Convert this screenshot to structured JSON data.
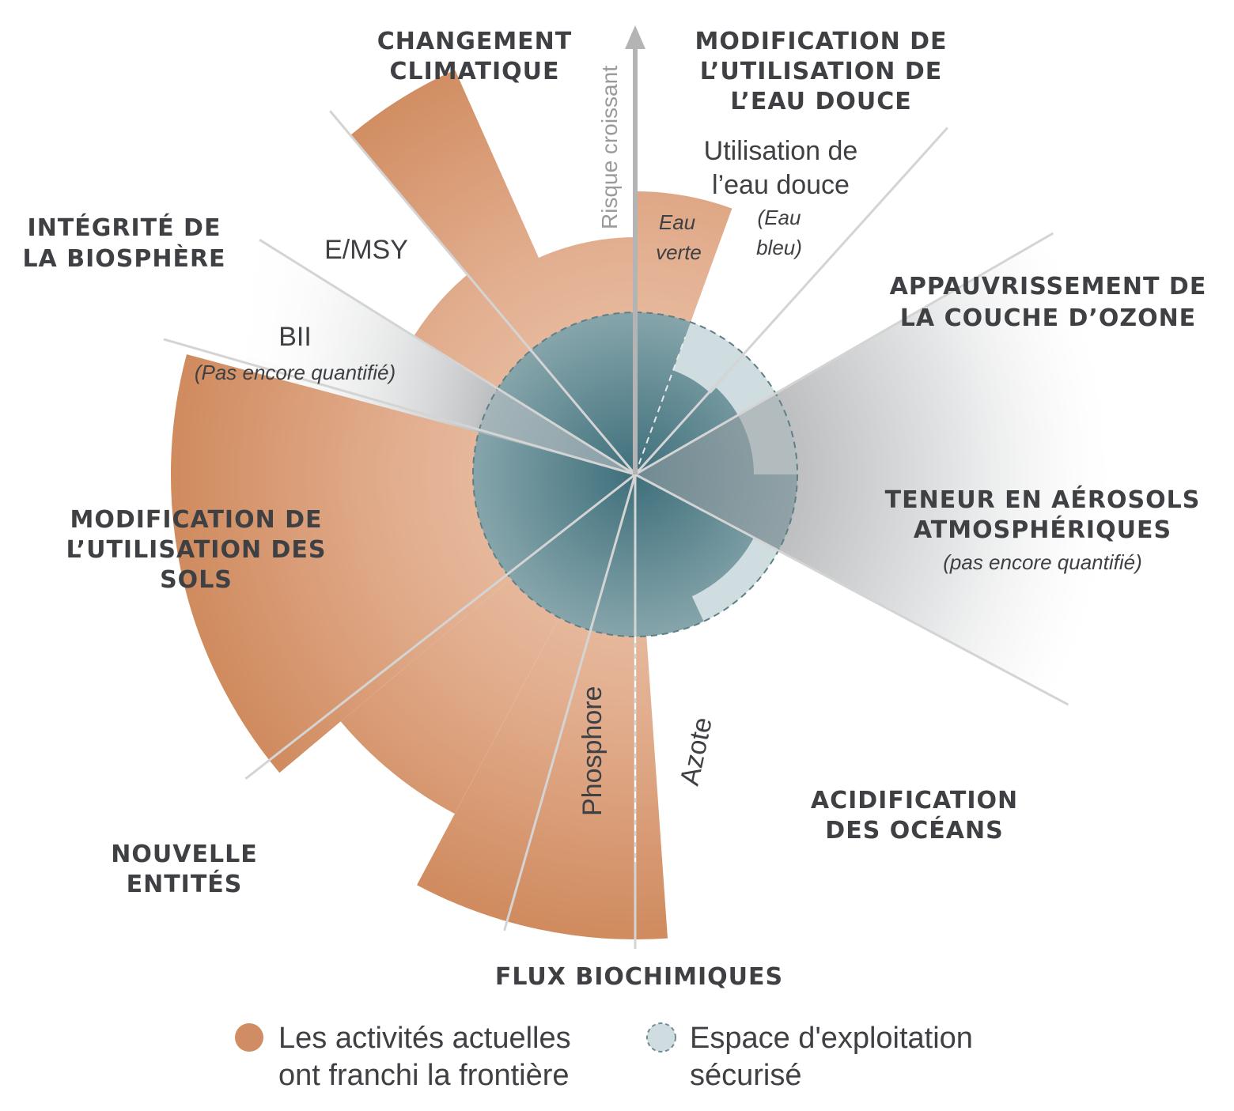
{
  "axis_label": "Risque croissant",
  "categories": {
    "climate": [
      "CHANGEMENT",
      "CLIMATIQUE"
    ],
    "freshwater": [
      "MODIFICATION DE",
      "L’UTILISATION DE",
      "L’EAU DOUCE"
    ],
    "ozone": [
      "APPAUVRISSEMENT DE",
      "LA COUCHE D’OZONE"
    ],
    "aerosols": [
      "TENEUR EN AÉROSOLS",
      "ATMOSPHÉRIQUES"
    ],
    "aerosols_note": "(pas encore quantifié)",
    "ocean": [
      "ACIDIFICATION",
      "DES OCÉANS"
    ],
    "biochem": "FLUX BIOCHIMIQUES",
    "novel": [
      "NOUVELLE",
      "ENTITÉS"
    ],
    "land": [
      "MODIFICATION DE",
      "L’UTILISATION DES",
      "SOLS"
    ],
    "biosphere": [
      "INTÉGRITÉ DE",
      "LA BIOSPHÈRE"
    ]
  },
  "sublabels": {
    "freshwater_use": [
      "Utilisation de",
      "l’eau douce"
    ],
    "blue_water": [
      "(Eau",
      "bleu)"
    ],
    "green_water": [
      "Eau",
      "verte"
    ],
    "emsy": "E/MSY",
    "bii": "BII",
    "bii_note": "(Pas encore quantifié)",
    "phosphorus": "Phosphore",
    "nitrogen": "Azote"
  },
  "legend": {
    "crossed": [
      "Les activités actuelles",
      "ont franchi la frontière"
    ],
    "safe": [
      "Espace d'exploitation",
      "sécurisé"
    ]
  },
  "colors": {
    "crossed": "#d28c64",
    "crossed_light": "#e6b89c",
    "safe": "#4e7b86",
    "safe_light": "#cfdde0",
    "not_quantified": "#d9dadb",
    "text": "#3e4043",
    "axis": "#b4b4b4"
  }
}
